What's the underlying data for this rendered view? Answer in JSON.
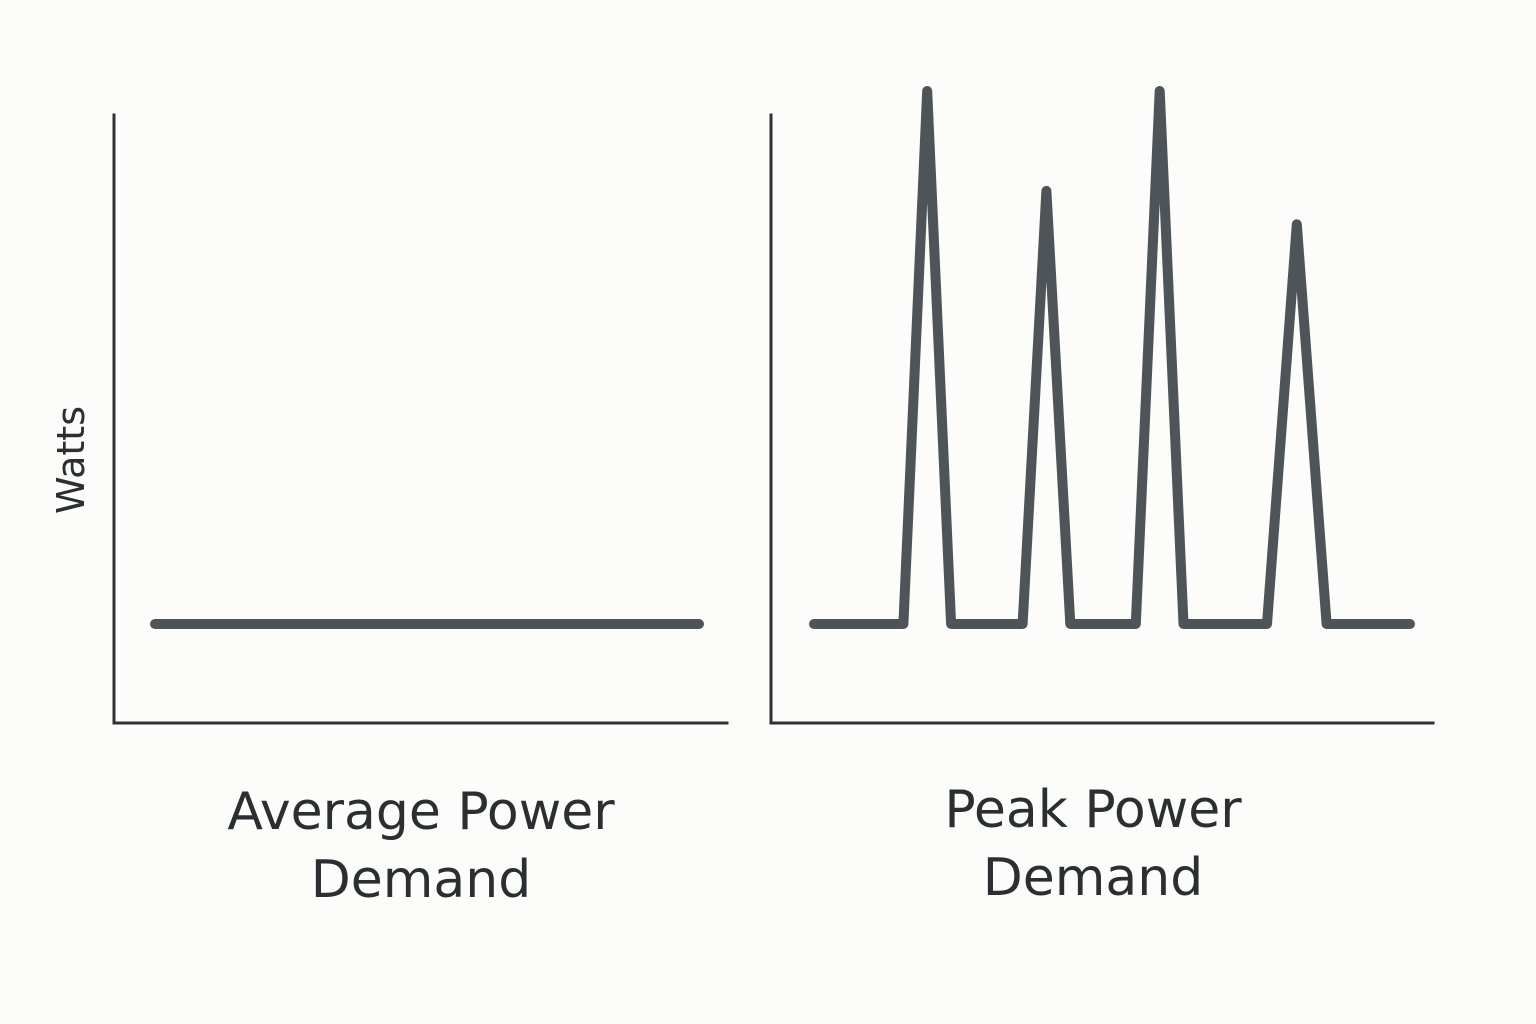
{
  "chart_data": [
    {
      "type": "line",
      "title": "Average Power Demand",
      "xlabel_lines": [
        "Average Power",
        "Demand"
      ],
      "ylabel": "Watts",
      "grid": false,
      "ticks": false,
      "series": [
        {
          "name": "Average Power Demand",
          "x": [
            0,
            1
          ],
          "values": [
            1,
            1
          ]
        }
      ],
      "ylim": [
        0,
        10
      ],
      "description": "Flat constant line at low power level"
    },
    {
      "type": "line",
      "title": "Peak Power Demand",
      "xlabel_lines": [
        "Peak Power",
        "Demand"
      ],
      "ylabel": "",
      "grid": false,
      "ticks": false,
      "series": [
        {
          "name": "Peak Power Demand",
          "x": [
            0,
            0.15,
            0.19,
            0.23,
            0.35,
            0.39,
            0.43,
            0.54,
            0.58,
            0.62,
            0.76,
            0.81,
            0.86,
            1.0
          ],
          "values": [
            1,
            1,
            9,
            1,
            1,
            7.5,
            1,
            1,
            9,
            1,
            1,
            7,
            1,
            1
          ]
        }
      ],
      "ylim": [
        0,
        10
      ],
      "description": "Low baseline with four sharp spikes of varying height"
    }
  ],
  "labels": {
    "ylabel": "Watts",
    "left_title_line1": "Average Power",
    "left_title_line2": "Demand",
    "right_title_line1": "Peak Power",
    "right_title_line2": "Demand"
  },
  "colors": {
    "background": "#fcfcfa",
    "axis": "#2f3335",
    "series": "#4e5458",
    "text": "#2b2f31"
  }
}
